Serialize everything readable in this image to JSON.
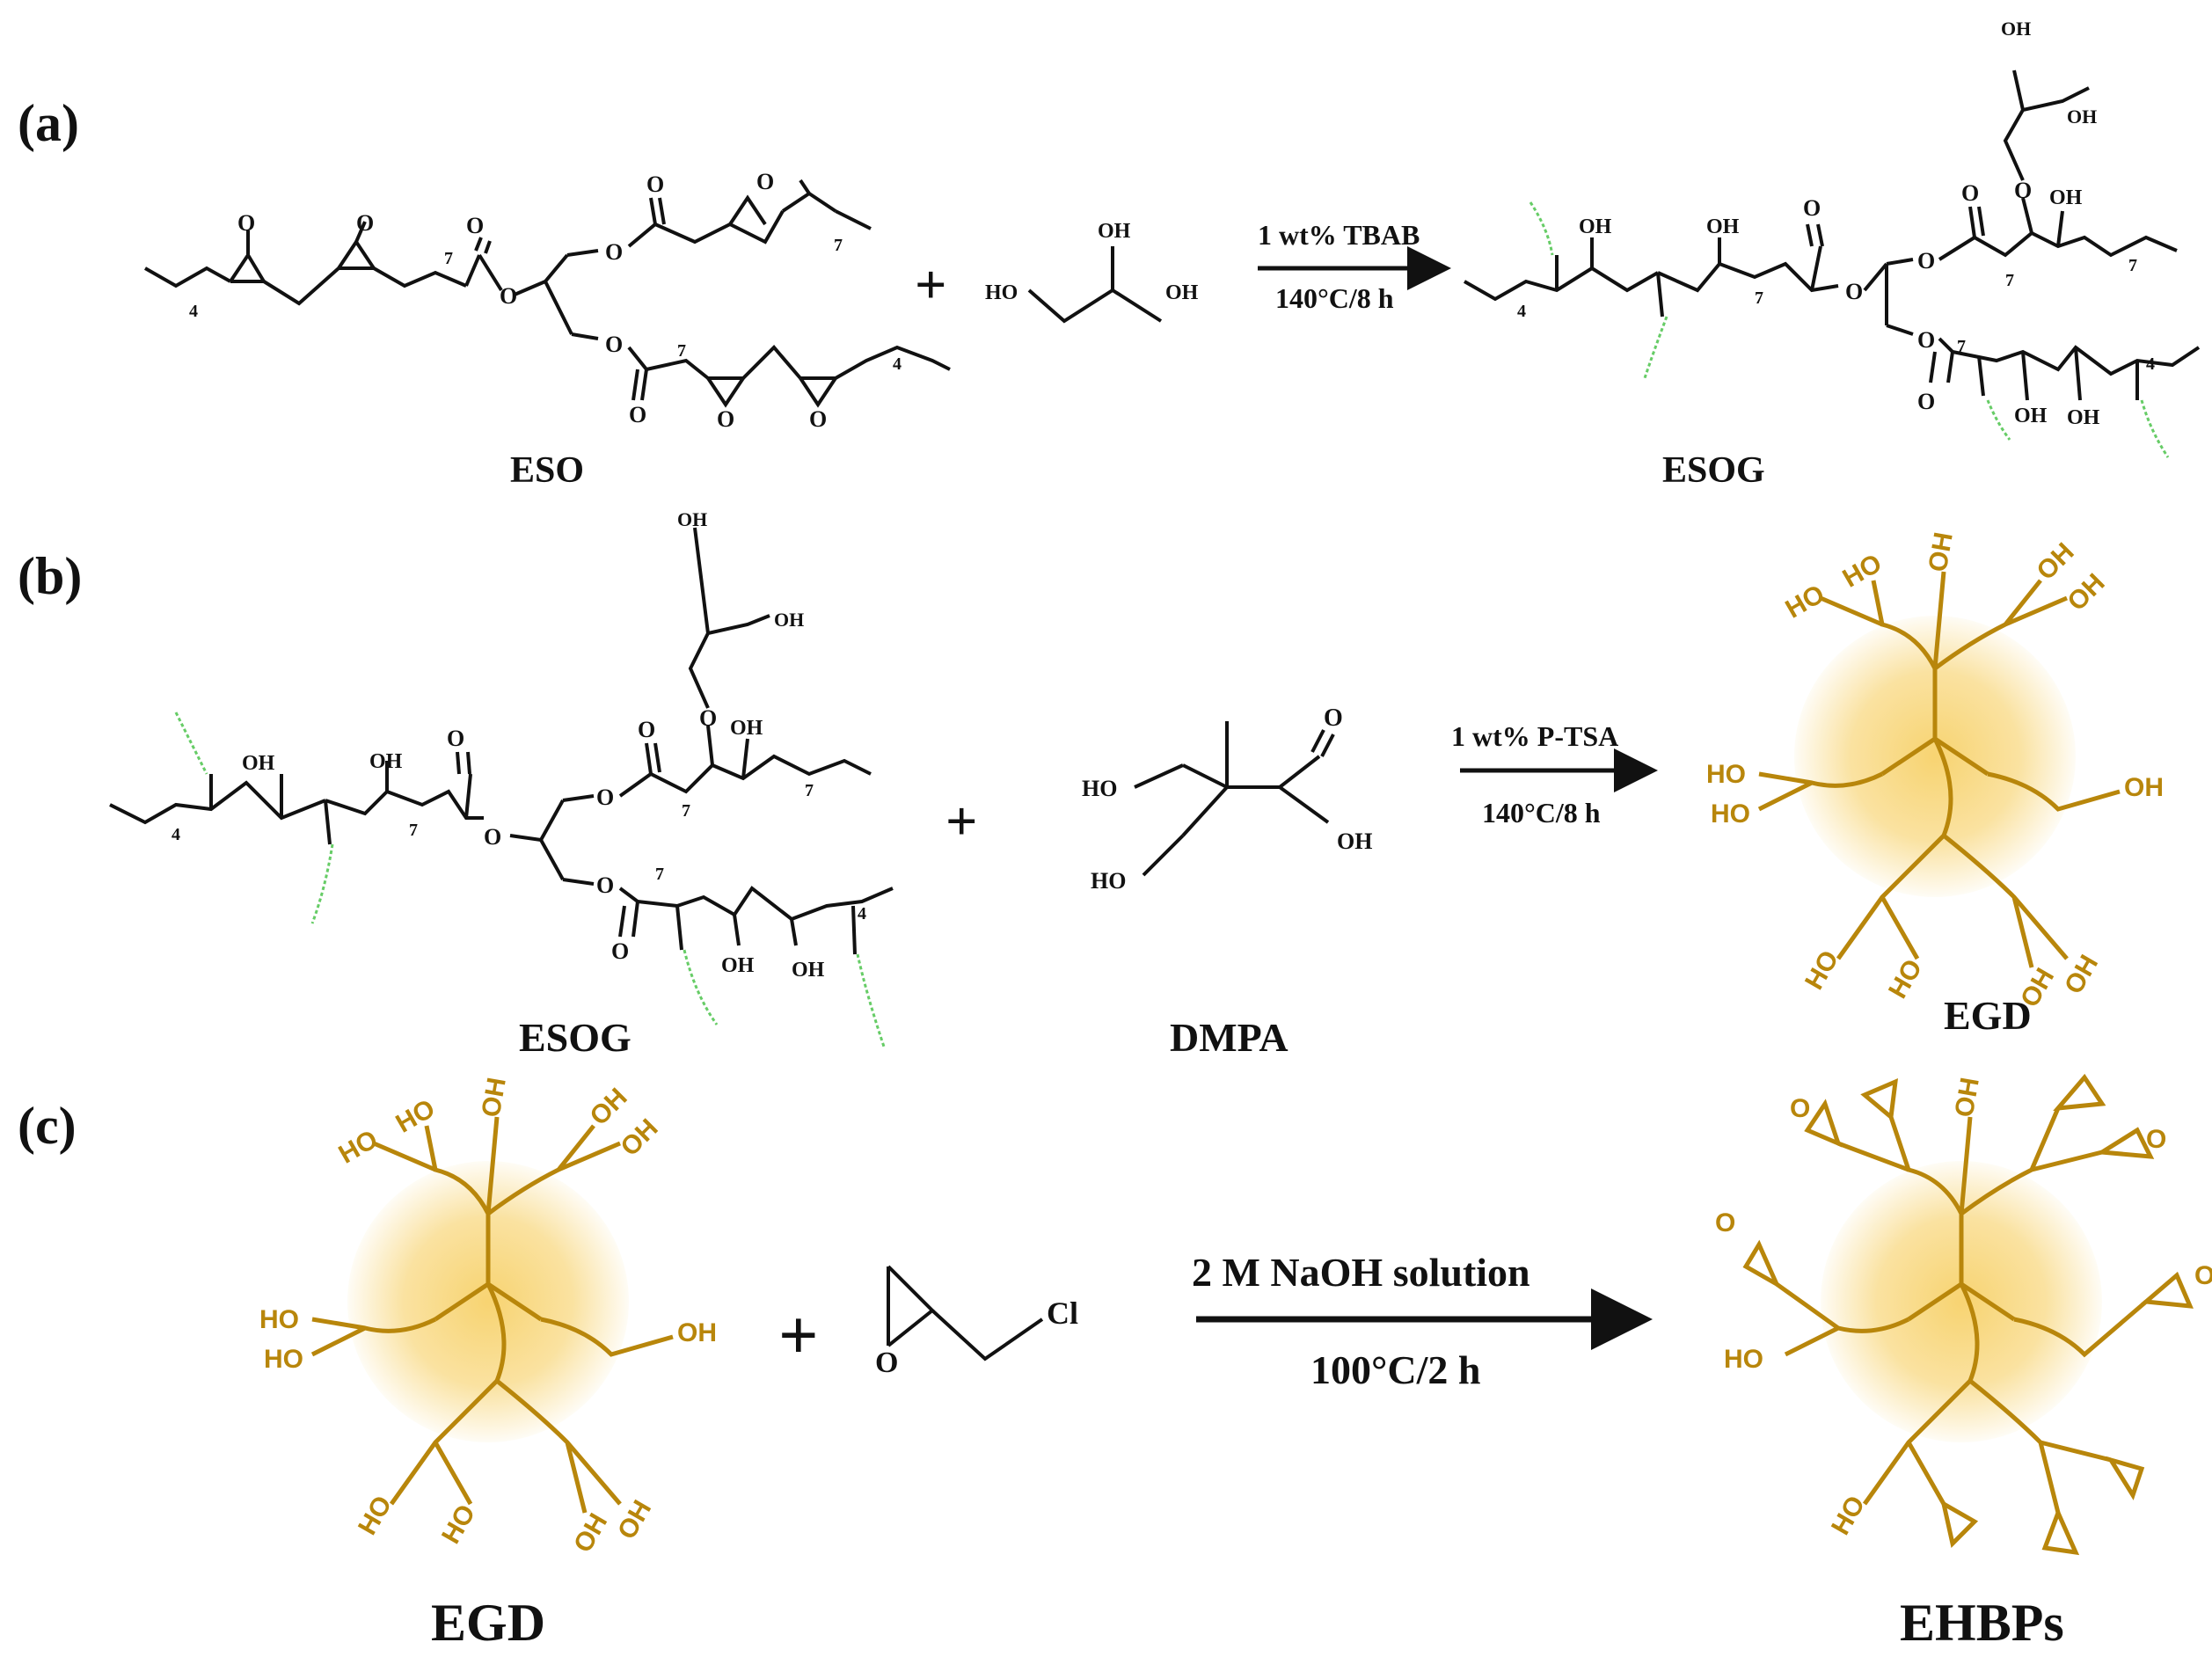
{
  "panels": {
    "a": {
      "tag": "(a)",
      "reactant1": "ESO",
      "reactant2_atoms": [
        "OH",
        "HO",
        "OH"
      ],
      "arrow_top": "1 wt% TBAB",
      "arrow_bottom": "140°C/8 h",
      "product": "ESOG"
    },
    "b": {
      "tag": "(b)",
      "reactant1": "ESOG",
      "reactant2": "DMPA",
      "arrow_top": "1 wt% P-TSA",
      "arrow_bottom": "140°C/8 h",
      "product": "EGD"
    },
    "c": {
      "tag": "(c)",
      "reactant1": "EGD",
      "reactant2_atoms": [
        "O",
        "Cl"
      ],
      "arrow_top": "2 M NaOH solution",
      "arrow_bottom": "100°C/2 h",
      "product": "EHBPs"
    }
  },
  "plus": "+",
  "atoms": {
    "oh": "OH",
    "ho": "HO",
    "o": "O",
    "n4": "4",
    "n7": "7"
  },
  "colors": {
    "dendrimer": "#b8860b",
    "core_glow": "#f5c542",
    "chain_tick": "#66cc66",
    "ink": "#111111"
  }
}
